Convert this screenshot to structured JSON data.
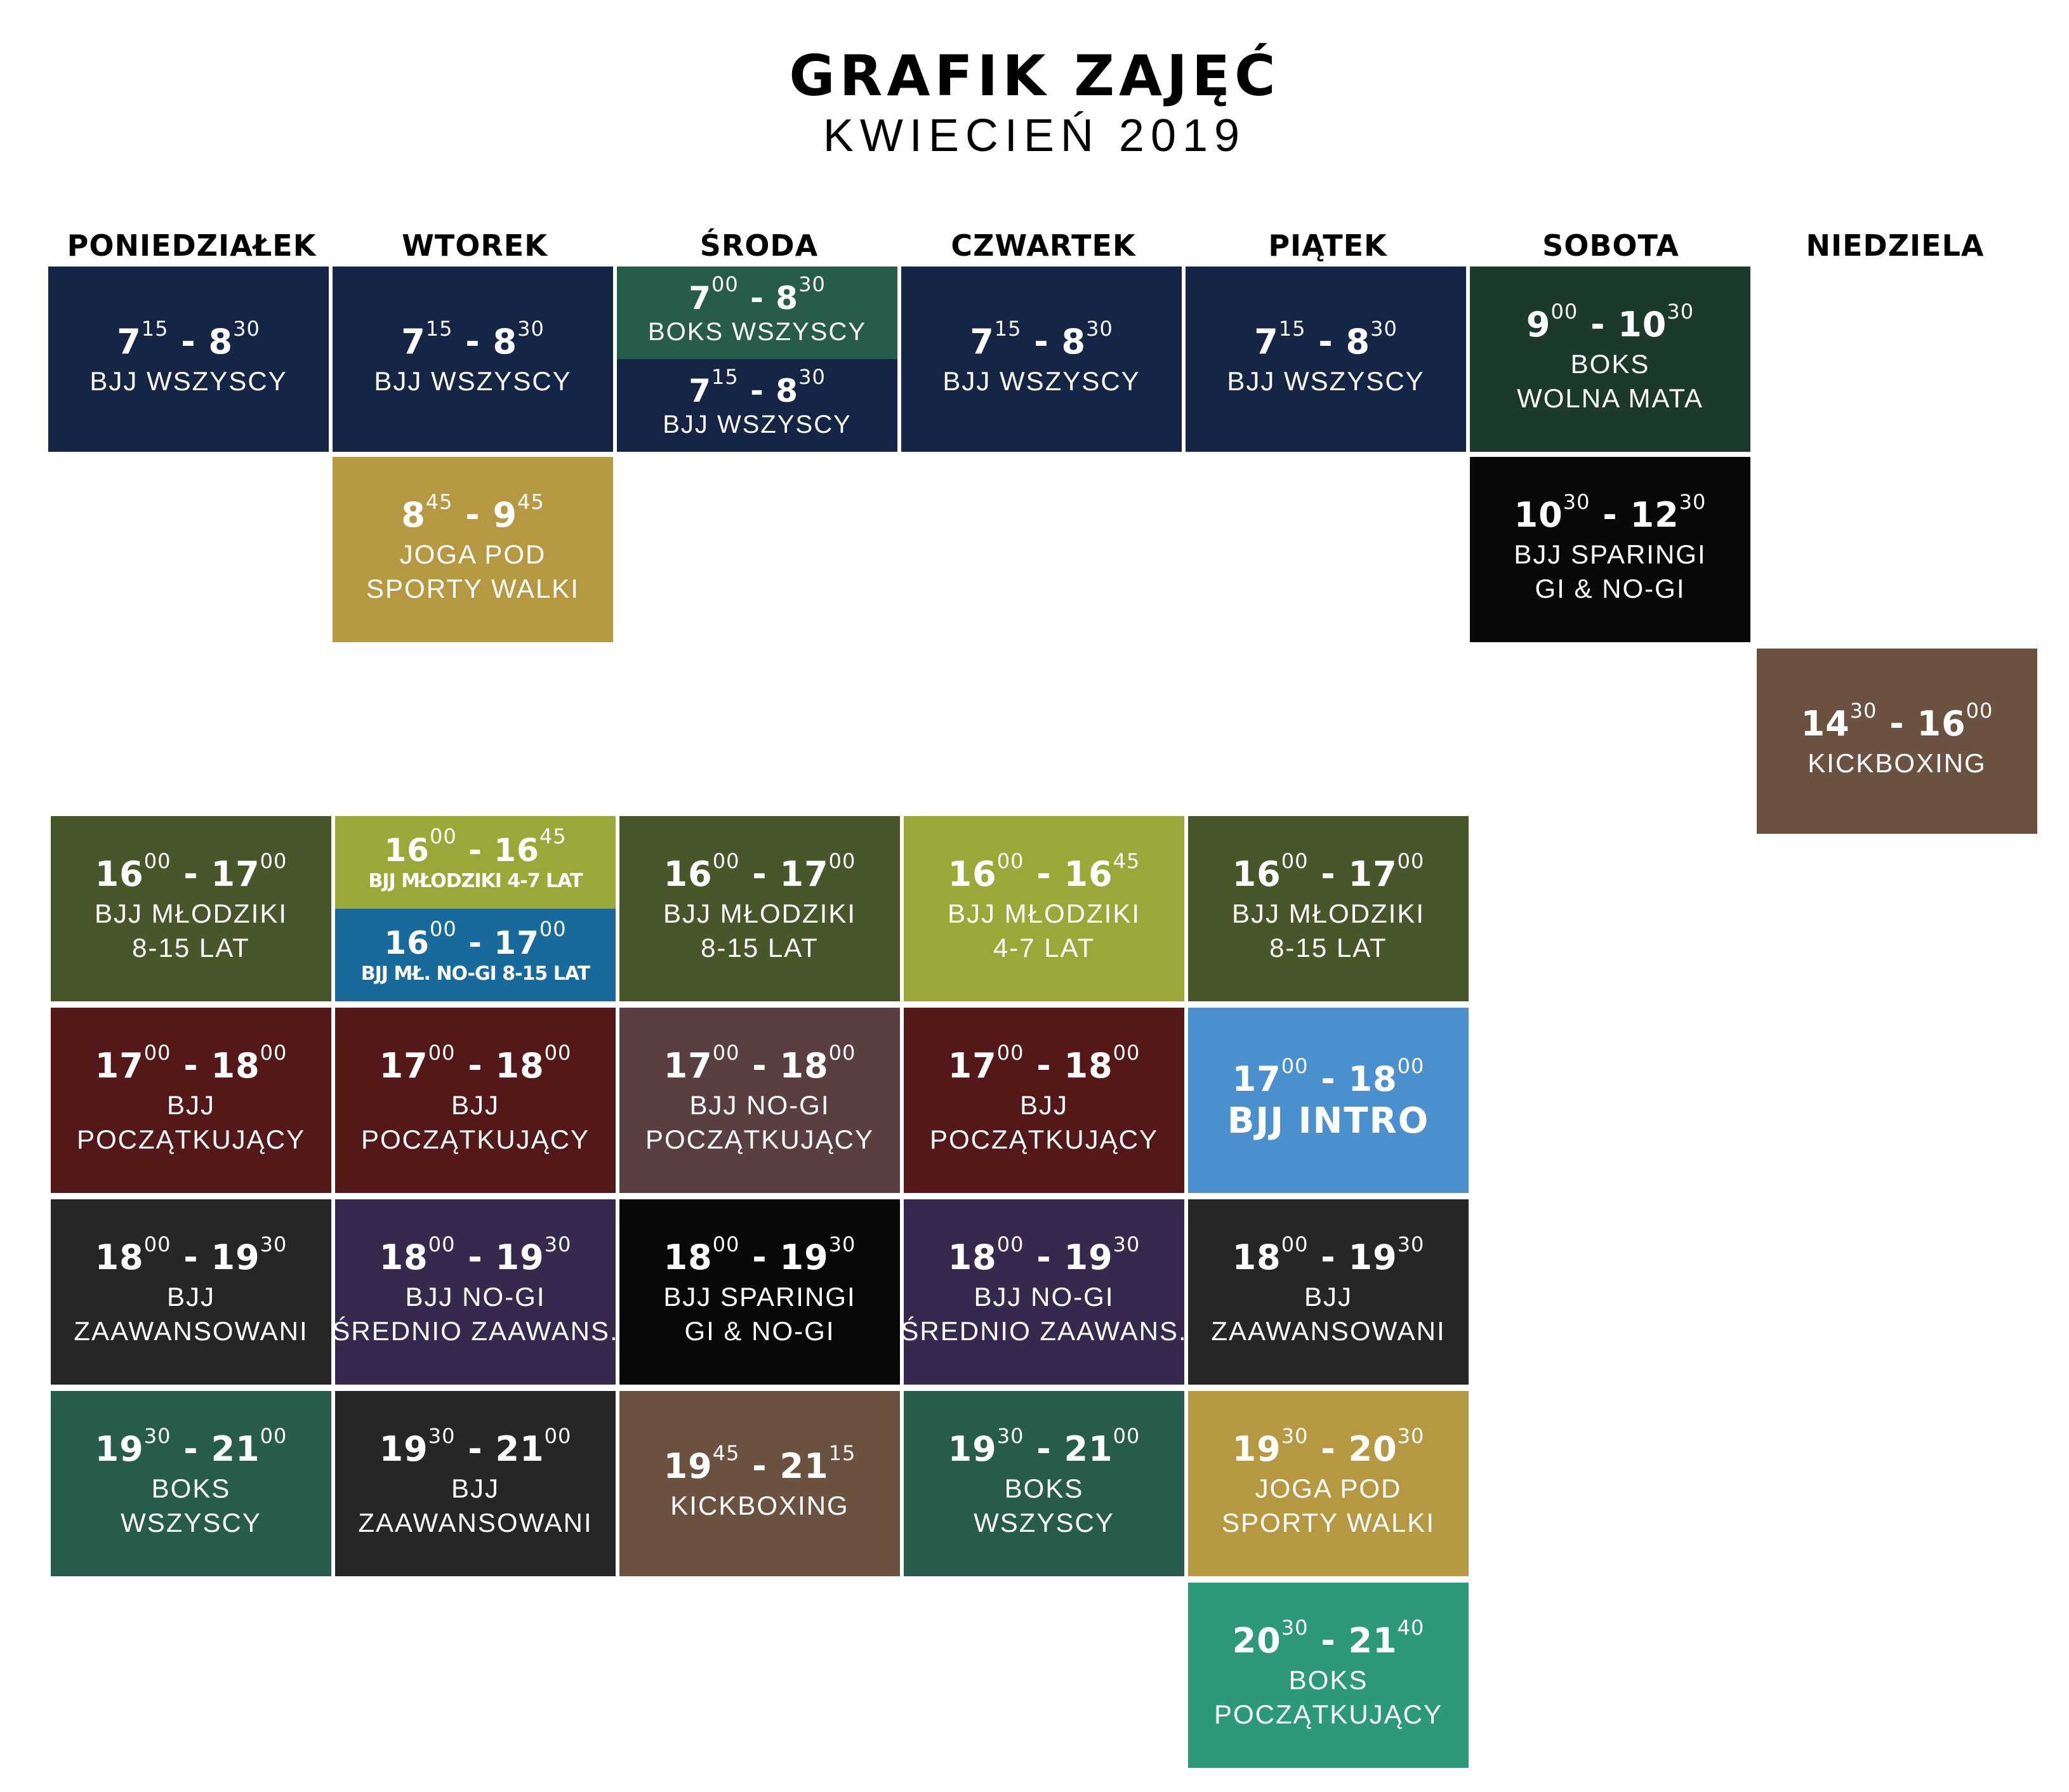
{
  "header": {
    "title": "GRAFIK ZAJĘĆ",
    "subtitle": "KWIECIEŃ 2019"
  },
  "days": [
    "PONIEDZIAŁEK",
    "WTOREK",
    "ŚRODA",
    "CZWARTEK",
    "PIĄTEK",
    "SOBOTA",
    "NIEDZIELA"
  ],
  "colors": {
    "navy": "#142545",
    "gold": "#b69843",
    "dark_green": "#1b3a2c",
    "forest_green": "#275b4c",
    "black": "#070809",
    "brown": "#6b5140",
    "olive": "#47572a",
    "lime": "#9aa83a",
    "teal_blue": "#186a9c",
    "maroon": "#541818",
    "mauve": "#5a3f40",
    "light_blue": "#4b90ce",
    "charcoal": "#262626",
    "purple": "#37294d",
    "jade": "#2c9a79"
  },
  "classes": {
    "mon_1": {
      "start_h": "7",
      "start_m": "15",
      "end_h": "8",
      "end_m": "30",
      "l1": "BJJ WSZYSCY"
    },
    "tue_1": {
      "start_h": "7",
      "start_m": "15",
      "end_h": "8",
      "end_m": "30",
      "l1": "BJJ WSZYSCY"
    },
    "wed_1a": {
      "start_h": "7",
      "start_m": "00",
      "end_h": "8",
      "end_m": "30",
      "l1": "BOKS WSZYSCY"
    },
    "wed_1b": {
      "start_h": "7",
      "start_m": "15",
      "end_h": "8",
      "end_m": "30",
      "l1": "BJJ WSZYSCY"
    },
    "thu_1": {
      "start_h": "7",
      "start_m": "15",
      "end_h": "8",
      "end_m": "30",
      "l1": "BJJ WSZYSCY"
    },
    "fri_1": {
      "start_h": "7",
      "start_m": "15",
      "end_h": "8",
      "end_m": "30",
      "l1": "BJJ WSZYSCY"
    },
    "sat_1": {
      "start_h": "9",
      "start_m": "00",
      "end_h": "10",
      "end_m": "30",
      "l1": "BOKS",
      "l2": "WOLNA MATA"
    },
    "tue_2": {
      "start_h": "8",
      "start_m": "45",
      "end_h": "9",
      "end_m": "45",
      "l1": "JOGA POD",
      "l2": "SPORTY WALKI"
    },
    "sat_2": {
      "start_h": "10",
      "start_m": "30",
      "end_h": "12",
      "end_m": "30",
      "l1": "BJJ SPARINGI",
      "l2": "GI & NO-GI"
    },
    "sun_1": {
      "start_h": "14",
      "start_m": "30",
      "end_h": "16",
      "end_m": "00",
      "l1": "KICKBOXING"
    },
    "mon_3": {
      "start_h": "16",
      "start_m": "00",
      "end_h": "17",
      "end_m": "00",
      "l1": "BJJ MŁODZIKI",
      "l2": "8-15 LAT"
    },
    "tue_3a": {
      "start_h": "16",
      "start_m": "00",
      "end_h": "16",
      "end_m": "45",
      "l1": "BJJ MŁODZIKI 4-7 LAT"
    },
    "tue_3b": {
      "start_h": "16",
      "start_m": "00",
      "end_h": "17",
      "end_m": "00",
      "l1": "BJJ MŁ. NO-GI 8-15 LAT"
    },
    "wed_3": {
      "start_h": "16",
      "start_m": "00",
      "end_h": "17",
      "end_m": "00",
      "l1": "BJJ MŁODZIKI",
      "l2": "8-15 LAT"
    },
    "thu_3": {
      "start_h": "16",
      "start_m": "00",
      "end_h": "16",
      "end_m": "45",
      "l1": "BJJ MŁODZIKI",
      "l2": "4-7 LAT"
    },
    "fri_3": {
      "start_h": "16",
      "start_m": "00",
      "end_h": "17",
      "end_m": "00",
      "l1": "BJJ MŁODZIKI",
      "l2": "8-15 LAT"
    },
    "mon_4": {
      "start_h": "17",
      "start_m": "00",
      "end_h": "18",
      "end_m": "00",
      "l1": "BJJ",
      "l2": "POCZĄTKUJĄCY"
    },
    "tue_4": {
      "start_h": "17",
      "start_m": "00",
      "end_h": "18",
      "end_m": "00",
      "l1": "BJJ",
      "l2": "POCZĄTKUJĄCY"
    },
    "wed_4": {
      "start_h": "17",
      "start_m": "00",
      "end_h": "18",
      "end_m": "00",
      "l1": "BJJ NO-GI",
      "l2": "POCZĄTKUJĄCY"
    },
    "thu_4": {
      "start_h": "17",
      "start_m": "00",
      "end_h": "18",
      "end_m": "00",
      "l1": "BJJ",
      "l2": "POCZĄTKUJĄCY"
    },
    "fri_4": {
      "start_h": "17",
      "start_m": "00",
      "end_h": "18",
      "end_m": "00",
      "l1": "BJJ INTRO"
    },
    "mon_5": {
      "start_h": "18",
      "start_m": "00",
      "end_h": "19",
      "end_m": "30",
      "l1": "BJJ",
      "l2": "ZAAWANSOWANI"
    },
    "tue_5": {
      "start_h": "18",
      "start_m": "00",
      "end_h": "19",
      "end_m": "30",
      "l1": "BJJ NO-GI",
      "l2": "ŚREDNIO ZAAWANS."
    },
    "wed_5": {
      "start_h": "18",
      "start_m": "00",
      "end_h": "19",
      "end_m": "30",
      "l1": "BJJ SPARINGI",
      "l2": "GI & NO-GI"
    },
    "thu_5": {
      "start_h": "18",
      "start_m": "00",
      "end_h": "19",
      "end_m": "30",
      "l1": "BJJ NO-GI",
      "l2": "ŚREDNIO ZAAWANS."
    },
    "fri_5": {
      "start_h": "18",
      "start_m": "00",
      "end_h": "19",
      "end_m": "30",
      "l1": "BJJ",
      "l2": "ZAAWANSOWANI"
    },
    "mon_6": {
      "start_h": "19",
      "start_m": "30",
      "end_h": "21",
      "end_m": "00",
      "l1": "BOKS",
      "l2": "WSZYSCY"
    },
    "tue_6": {
      "start_h": "19",
      "start_m": "30",
      "end_h": "21",
      "end_m": "00",
      "l1": "BJJ",
      "l2": "ZAAWANSOWANI"
    },
    "wed_6": {
      "start_h": "19",
      "start_m": "45",
      "end_h": "21",
      "end_m": "15",
      "l1": "KICKBOXING"
    },
    "thu_6": {
      "start_h": "19",
      "start_m": "30",
      "end_h": "21",
      "end_m": "00",
      "l1": "BOKS",
      "l2": "WSZYSCY"
    },
    "fri_6": {
      "start_h": "19",
      "start_m": "30",
      "end_h": "20",
      "end_m": "30",
      "l1": "JOGA POD",
      "l2": "SPORTY WALKI"
    },
    "fri_7": {
      "start_h": "20",
      "start_m": "30",
      "end_h": "21",
      "end_m": "40",
      "l1": "BOKS",
      "l2": "POCZĄTKUJĄCY"
    }
  }
}
